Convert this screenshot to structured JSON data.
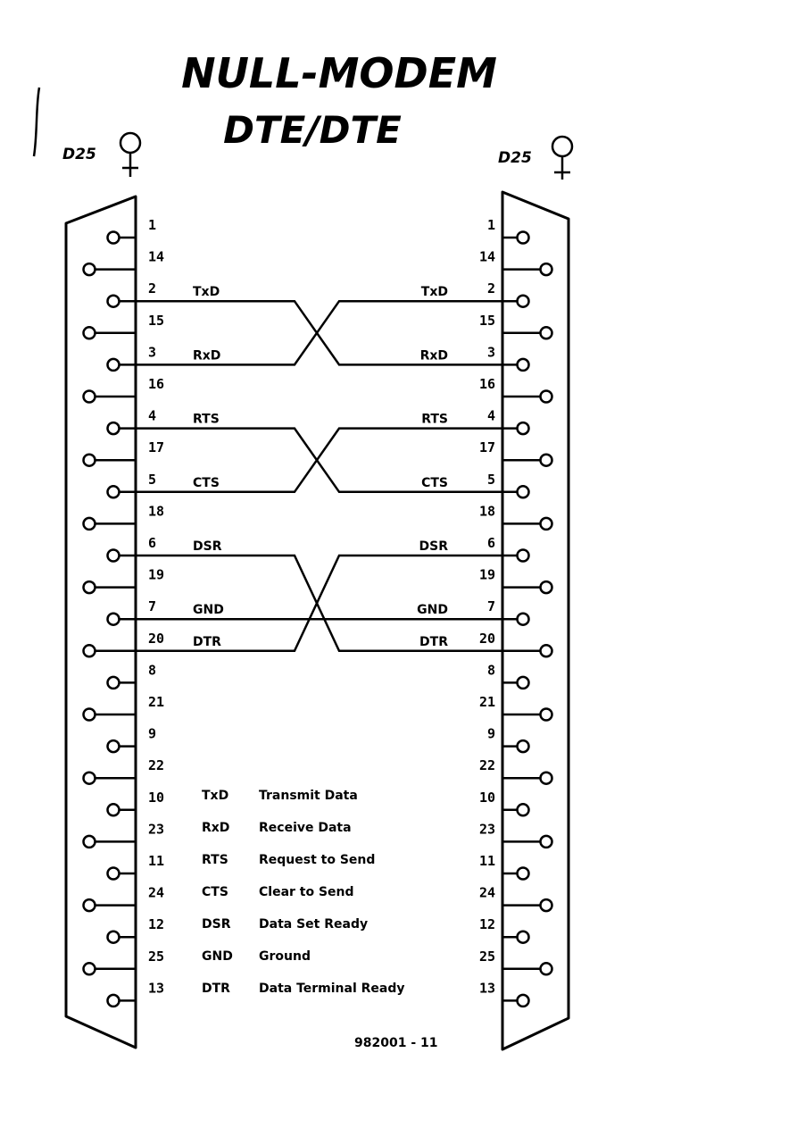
{
  "title": {
    "line1": "NULL-MODEM",
    "line2": "DTE/DTE"
  },
  "connectors": {
    "left_label": "D25",
    "right_label": "D25",
    "gender_symbol": "female-symbol-icon"
  },
  "pins": [
    "1",
    "14",
    "2",
    "15",
    "3",
    "16",
    "4",
    "17",
    "5",
    "18",
    "6",
    "19",
    "7",
    "20",
    "8",
    "21",
    "9",
    "22",
    "10",
    "23",
    "11",
    "24",
    "12",
    "25",
    "13"
  ],
  "signals": [
    {
      "pin": "2",
      "label": "TxD"
    },
    {
      "pin": "3",
      "label": "RxD"
    },
    {
      "pin": "4",
      "label": "RTS"
    },
    {
      "pin": "5",
      "label": "CTS"
    },
    {
      "pin": "6",
      "label": "DSR"
    },
    {
      "pin": "7",
      "label": "GND"
    },
    {
      "pin": "20",
      "label": "DTR"
    }
  ],
  "wiring": [
    {
      "from": "2",
      "to": "3"
    },
    {
      "from": "3",
      "to": "2"
    },
    {
      "from": "4",
      "to": "5"
    },
    {
      "from": "5",
      "to": "4"
    },
    {
      "from": "6",
      "to": "20"
    },
    {
      "from": "20",
      "to": "6"
    },
    {
      "from": "7",
      "to": "7"
    }
  ],
  "legend": [
    {
      "abbr": "TxD",
      "desc": "Transmit Data"
    },
    {
      "abbr": "RxD",
      "desc": "Receive Data"
    },
    {
      "abbr": "RTS",
      "desc": "Request to Send"
    },
    {
      "abbr": "CTS",
      "desc": "Clear to Send"
    },
    {
      "abbr": "DSR",
      "desc": "Data Set Ready"
    },
    {
      "abbr": "GND",
      "desc": "Ground"
    },
    {
      "abbr": "DTR",
      "desc": "Data Terminal Ready"
    }
  ],
  "figure_id": "982001 - 11"
}
